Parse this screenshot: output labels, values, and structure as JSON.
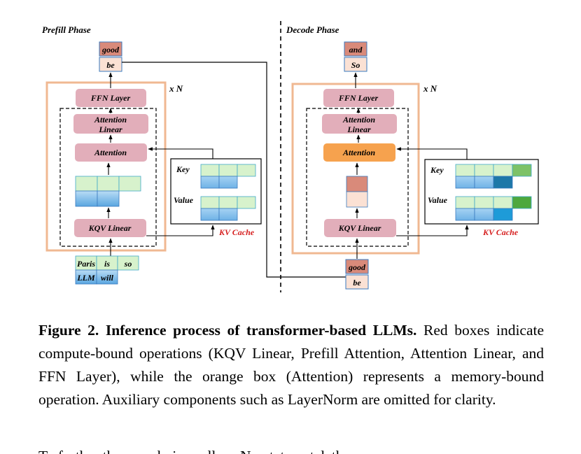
{
  "figure": {
    "prefill": {
      "phase_title": "Prefill Phase",
      "output_top": "good",
      "output_bottom": "be",
      "repeat_label": "x N",
      "ffn": "FFN Layer",
      "attn_linear_1": "Attention",
      "attn_linear_2": "Linear",
      "attention": "Attention",
      "kqv": "KQV Linear",
      "kv_key": "Key",
      "kv_value": "Value",
      "kv_cache": "KV Cache",
      "tokens_row1": [
        "Paris",
        "is",
        "so"
      ],
      "tokens_row2": [
        "LLM",
        "will"
      ]
    },
    "decode": {
      "phase_title": "Decode Phase",
      "output_top": "and",
      "output_bottom": "So",
      "repeat_label": "x N",
      "ffn": "FFN Layer",
      "attn_linear_1": "Attention",
      "attn_linear_2": "Linear",
      "attention": "Attention",
      "kqv": "KQV Linear",
      "kv_key": "Key",
      "kv_value": "Value",
      "kv_cache": "KV Cache",
      "input_top": "good",
      "input_bottom": "be"
    },
    "colors": {
      "compute_bound": "#e2aeba",
      "memory_bound": "#f6a24e",
      "frame": "#f0b892",
      "kv_cache_label": "#d62020",
      "green_cell": "#d7f2cc",
      "blue_cell": "#8fc6ec",
      "token_red": "#d98a7a",
      "token_light": "#fbe1d4"
    }
  },
  "caption": {
    "label": "Figure 2.",
    "title": "Inference process of transformer-based LLMs.",
    "body": "Red boxes indicate compute-bound operations (KQV Linear, Prefill Attention, Attention Linear, and FFN Layer), while the orange box (Attention) represents a memory-bound operation. Auxiliary components such as LayerNorm are omitted for clarity."
  },
  "next_paragraph_fragment": "To further the enerehnismeallowsNmetato enteleth"
}
